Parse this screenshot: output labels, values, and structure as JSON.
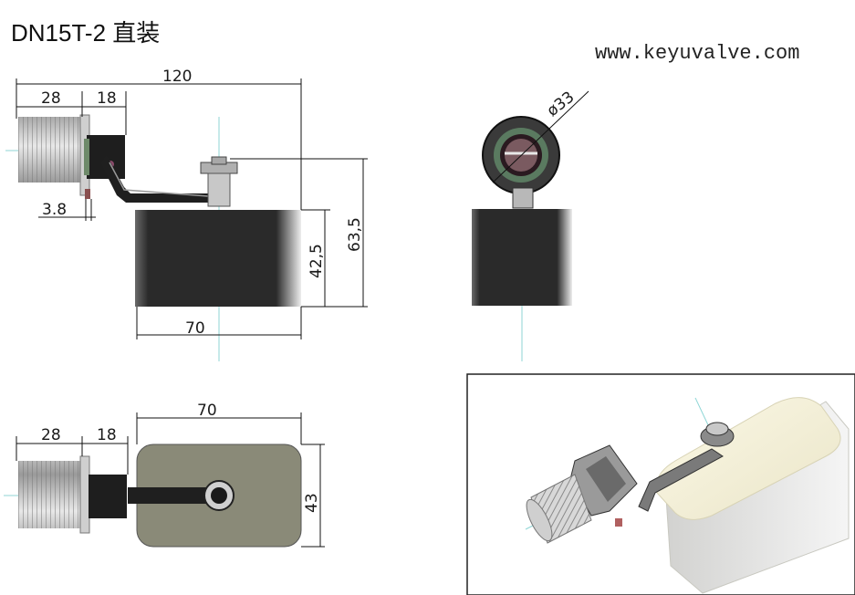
{
  "title": "DN15T-2 直装",
  "website": "www.keyuvalve.com",
  "dimensions": {
    "overall_length": "120",
    "thread_length": "28",
    "nut_length": "18",
    "offset": "3.8",
    "float_height": "42,5",
    "total_height": "63,5",
    "float_width": "70",
    "diameter": "ø33",
    "top_thread_length": "28",
    "top_nut_length": "18",
    "top_float_width": "70",
    "top_float_depth": "43"
  },
  "colors": {
    "float_body": "#2a2a2a",
    "float_top_view": "#8a8a78",
    "metal": "#b4b4b4",
    "iso_float_top": "#f0ecd4",
    "centerline": "#8fd6d6"
  }
}
